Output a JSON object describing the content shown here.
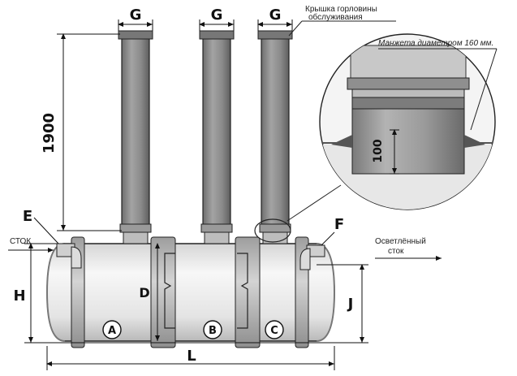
{
  "dimensions": {
    "g_left": "G",
    "g_mid": "G",
    "g_right": "G",
    "height_1900": "1900",
    "e": "E",
    "f": "F",
    "h": "H",
    "d": "D",
    "j": "J",
    "l": "L",
    "inlet_100": "100"
  },
  "labels": {
    "inlet": "СТОК",
    "outlet_line1": "Осветлённый",
    "outlet_line2": "сток",
    "lid_line1": "Крышка горловины",
    "lid_line2": "обслуживания",
    "cuff": "Манжета диаметром 160 мм."
  },
  "chambers": {
    "a": "A",
    "b": "B",
    "c": "C"
  },
  "colors": {
    "shaft": "#8d8d8d",
    "tank": "#ececec",
    "rib": "#b5b5b5",
    "ink": "#111111"
  }
}
